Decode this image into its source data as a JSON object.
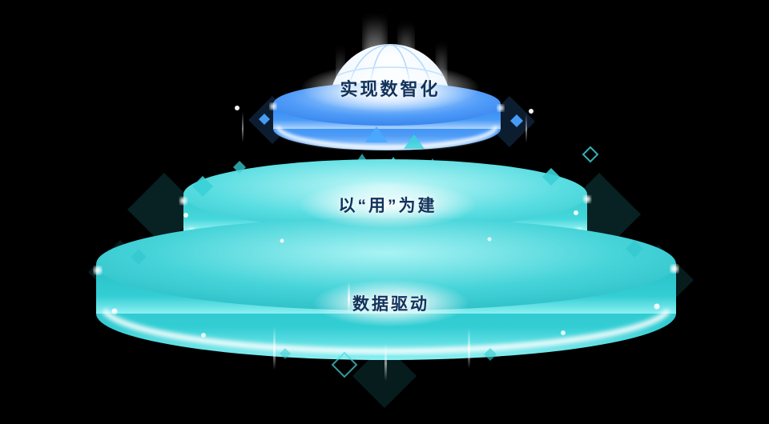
{
  "background_color": "#000000",
  "diagram": {
    "type": "layered-platform",
    "labels": {
      "top": "实现数智化",
      "middle": "以“用”为建",
      "bottom": "数据驱动"
    },
    "tiers": [
      {
        "position": "top",
        "label": "实现数智化",
        "color": "#2E8CF6"
      },
      {
        "position": "middle",
        "label": "以“用”为建",
        "color": "#45D8DD"
      },
      {
        "position": "bottom",
        "label": "数据驱动",
        "color": "#2EC9CF"
      }
    ],
    "colors": {
      "teal": "#2EC9CF",
      "teal_light": "#4ADDE2",
      "blue": "#2E8CF6",
      "blue_light": "#7DB9FF",
      "rim_glow": "#FFFFFF",
      "label_text": "#11325B"
    },
    "icons": [
      "dome-globe-icon",
      "up-arrow-icon",
      "diamond-icon",
      "spark-dot-icon",
      "light-streak-icon"
    ]
  }
}
